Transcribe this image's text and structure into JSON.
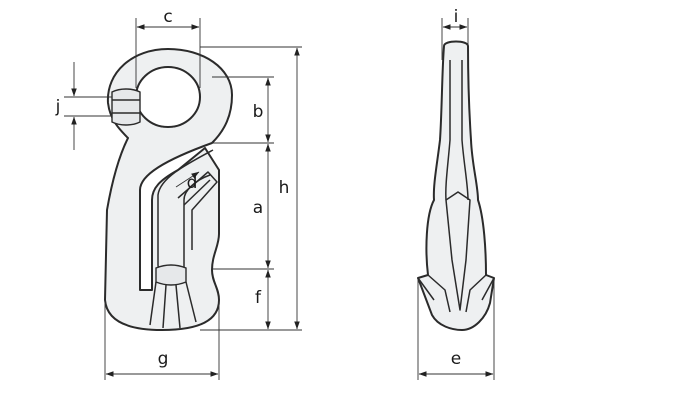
{
  "dimension_labels": {
    "a": "a",
    "b": "b",
    "c": "c",
    "d": "d",
    "e": "e",
    "f": "f",
    "g": "g",
    "h": "h",
    "i": "i",
    "j": "j"
  }
}
